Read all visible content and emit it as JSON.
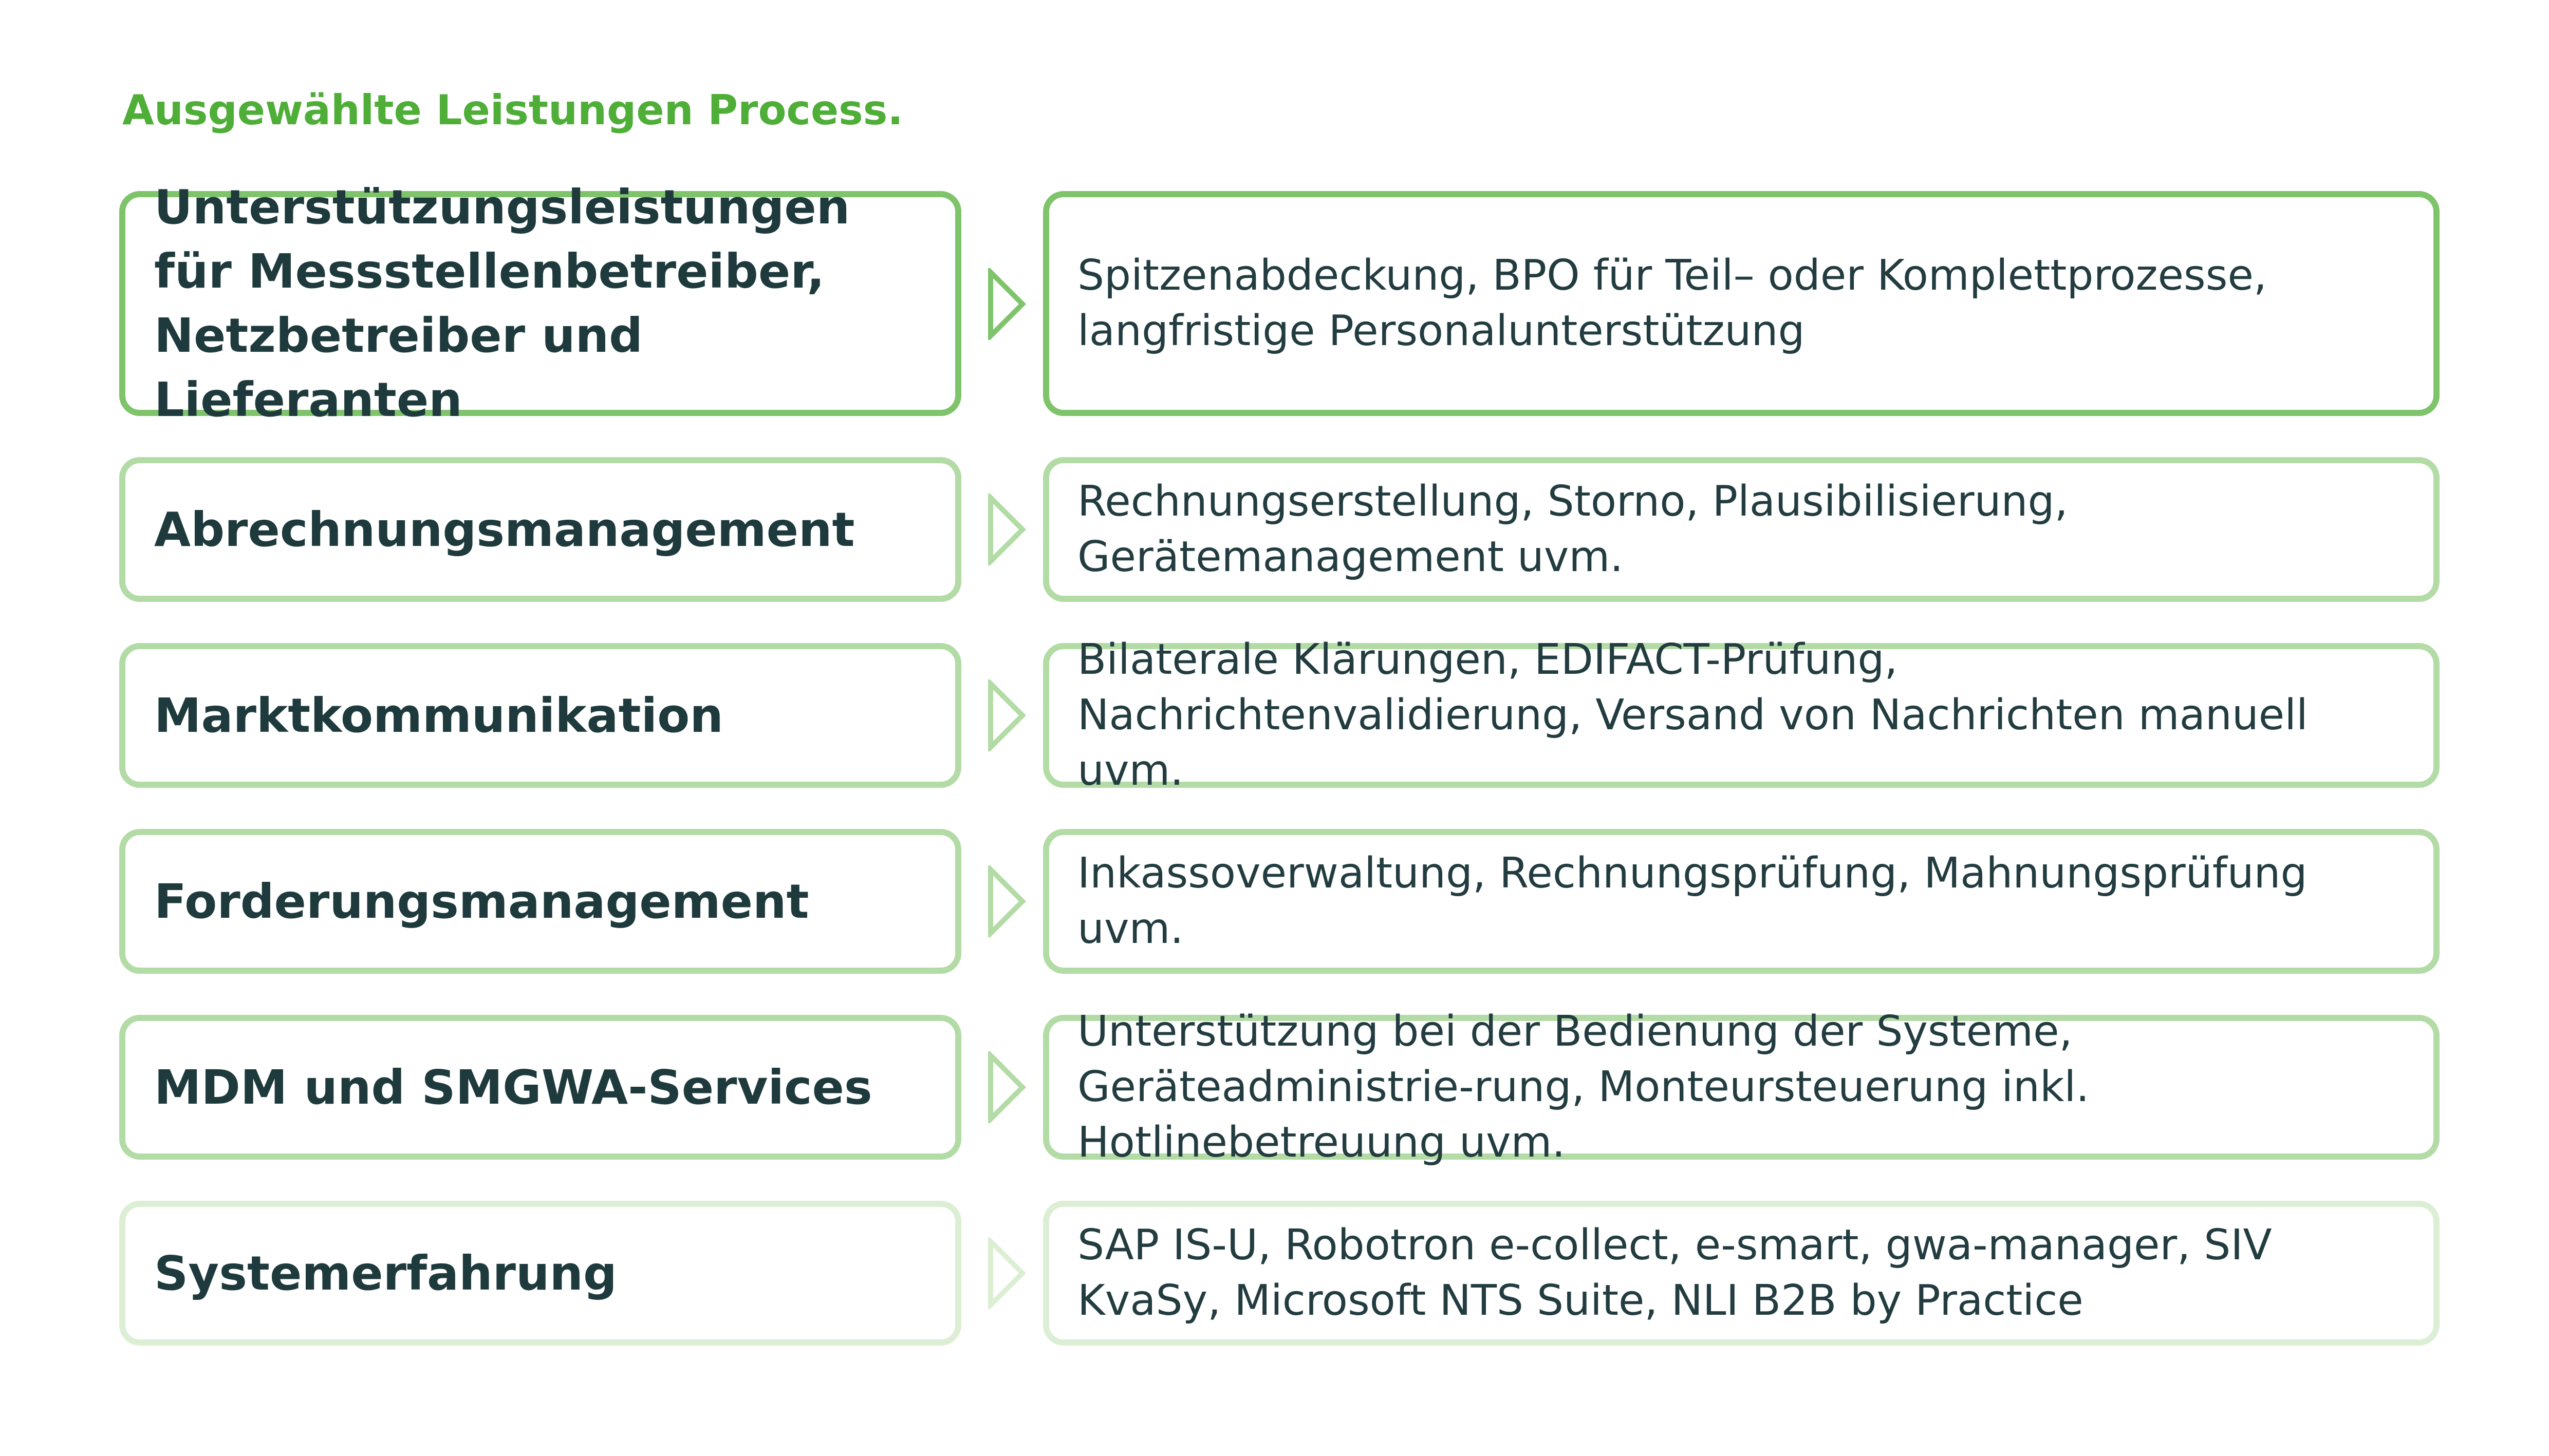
{
  "title": "Ausgewählte Leistungen Process.",
  "rows": [
    {
      "category": "Unterstützungsleistungen für Messstellenbetreiber, Netzbetreiber und Lieferanten",
      "description": "Spitzenabdeckung, BPO für Teil– oder Komplettprozesse, langfristige Personalunterstützung",
      "border_color": "#7fc36b"
    },
    {
      "category": "Abrechnungsmanagement",
      "description": "Rechnungserstellung, Storno, Plausibilisierung, Gerätemanagement uvm.",
      "border_color": "#b3dba5"
    },
    {
      "category": "Marktkommunikation",
      "description": "Bilaterale Klärungen, EDIFACT-Prüfung, Nachrichtenvalidierung, Versand von Nachrichten manuell uvm.",
      "border_color": "#b3dba5"
    },
    {
      "category": "Forderungsmanagement",
      "description": "Inkassoverwaltung, Rechnungsprüfung, Mahnungsprüfung uvm.",
      "border_color": "#b3dba5"
    },
    {
      "category": "MDM und SMGWA-Services",
      "description": "Unterstützung bei der Bedienung der Systeme, Geräteadministrie-rung, Monteursteuerung inkl. Hotlinebetreuung uvm.",
      "border_color": "#b3dba5"
    },
    {
      "category": "Systemerfahrung",
      "description": "SAP IS-U, Robotron e-collect, e-smart, gwa-manager,  SIV KvaSy, Microsoft NTS Suite, NLI B2B by Practice",
      "border_color": "#dcefd5"
    }
  ]
}
